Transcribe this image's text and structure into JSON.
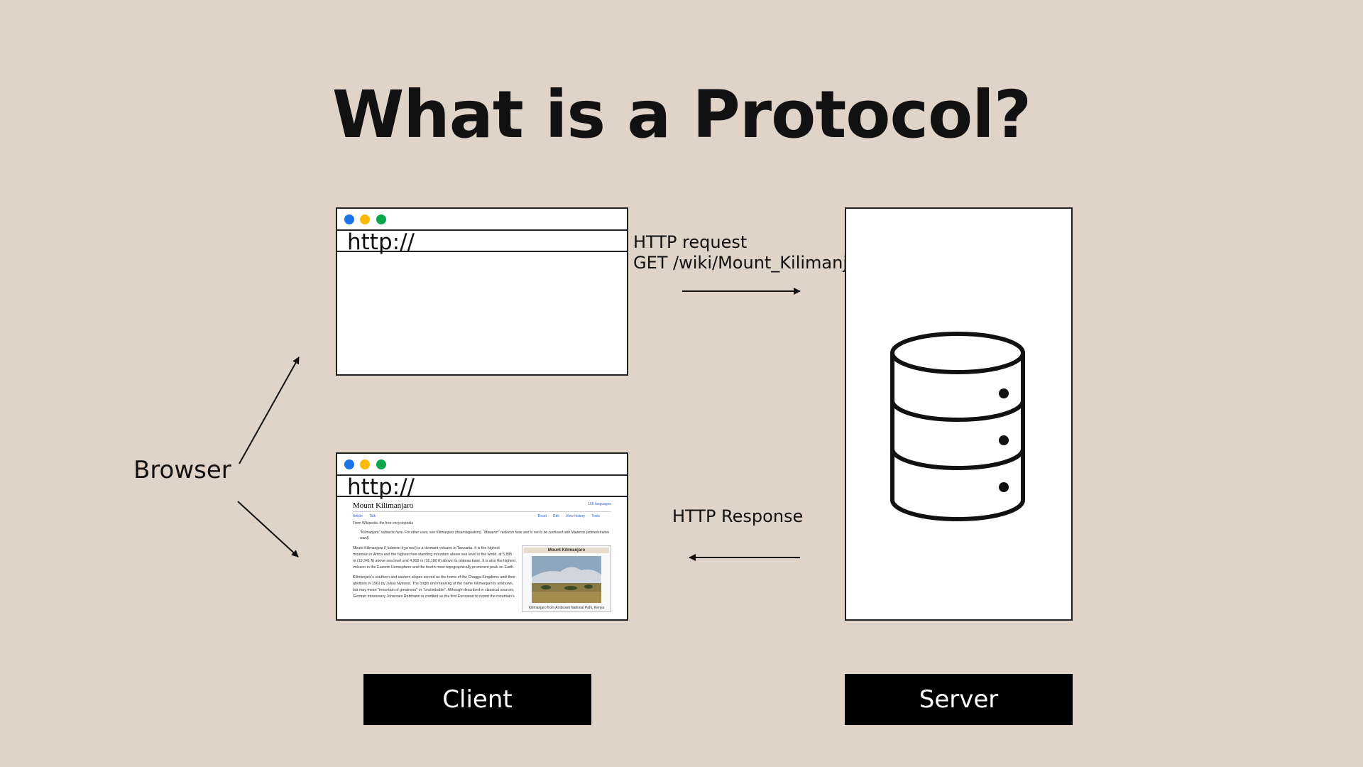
{
  "slide": {
    "title": "What is a Protocol?"
  },
  "colors": {
    "background": "#e0d3c8",
    "dot_blue": "#1a73e8",
    "dot_yellow": "#f9bb05",
    "dot_green": "#0fa54c",
    "tag_bg": "#000000"
  },
  "browser_top": {
    "url": "http://"
  },
  "browser_bottom": {
    "url": "http://",
    "wiki": {
      "title": "Mount Kilimanjaro",
      "languages": "166 languages",
      "tabs": [
        "Article",
        "Talk"
      ],
      "tabs_right": [
        "Read",
        "Edit",
        "View history",
        "Tools"
      ],
      "from": "From Wikipedia, the free encyclopedia",
      "hatnote": "\"Kilimanjaro\" redirects here. For other uses, see Kilimanjaro (disambiguation). \"Mawenzi\" redirects here and is not to be confused with Mawenzi (administrative ward).",
      "para1": "Mount Kilimanjaro (/ˌkɪlɪmənˈdʒɑːroʊ/) is a dormant volcano in Tanzania. It is the highest mountain in Africa and the highest free-standing mountain above sea level in the world, at 5,895 m (19,341 ft) above sea level and 4,900 m (16,100 ft) above its plateau base. It is also the highest volcano in the Eastern Hemisphere and the fourth most topographically prominent peak on Earth.",
      "para2": "Kilimanjaro's southern and eastern slopes served as the home of the Chagga Kingdoms until their abolition in 1963 by Julius Nyerere. The origin and meaning of the name Kilimanjaro is unknown, but may mean \"mountain of greatness\" or \"unclimbable\". Although described in classical sources, German missionary Johannes Rebmann is credited as the first European to report the mountain's",
      "infobox_title": "Mount Kilimanjaro",
      "infobox_caption": "Kilimanjaro from Amboseli National Park, Kenya"
    }
  },
  "request": {
    "line1": "HTTP request",
    "line2": "GET /wiki/Mount_Kilimanjaro"
  },
  "response": {
    "label": "HTTP Response"
  },
  "browser_label": "Browser",
  "client_label": "Client",
  "server_label": "Server",
  "server_icon": "database-icon"
}
